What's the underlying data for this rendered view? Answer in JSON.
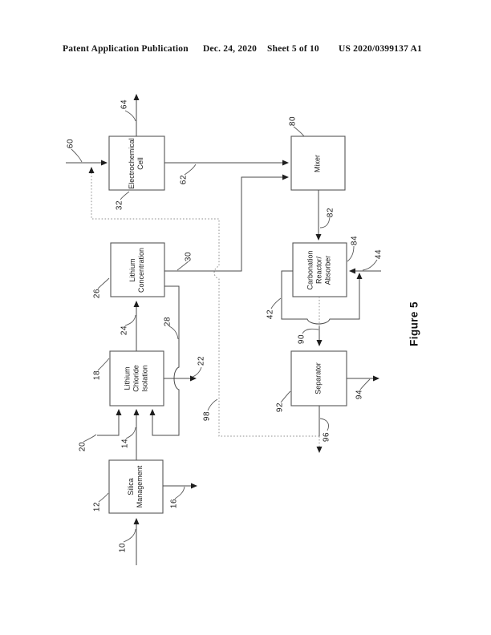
{
  "header": {
    "publication": "Patent Application Publication",
    "date": "Dec. 24, 2020",
    "sheet": "Sheet 5 of 10",
    "patent_number": "US 2020/0399137 A1"
  },
  "figure": {
    "title": "Figure 5",
    "boxes": [
      {
        "id": "silica-management",
        "label": "Silica Management",
        "ref": "12"
      },
      {
        "id": "lithium-chloride-isolation",
        "label": "Lithium Chloride Isolation",
        "ref": "18"
      },
      {
        "id": "lithium-concentration",
        "label": "Lithium Concentration",
        "ref": "26"
      },
      {
        "id": "electrochemical-cell",
        "label": "Electrochemical Cell",
        "ref": "32"
      },
      {
        "id": "mixer",
        "label": "Mixer",
        "ref": "80"
      },
      {
        "id": "carbonation-reactor-absorber",
        "label": "Carbonation Reactor/ Absorber",
        "ref": "84"
      },
      {
        "id": "separator",
        "label": "Separator",
        "ref": "92"
      }
    ],
    "refs": {
      "10": "10",
      "12": "12",
      "14": "14",
      "16": "16",
      "18": "18",
      "20": "20",
      "22": "22",
      "24": "24",
      "26": "26",
      "28": "28",
      "30": "30",
      "32": "32",
      "42": "42",
      "44": "44",
      "60": "60",
      "62": "62",
      "64": "64",
      "80": "80",
      "82": "82",
      "84": "84",
      "90": "90",
      "92": "92",
      "94": "94",
      "96": "96",
      "98": "98"
    },
    "line_colors": {
      "solid": "#4a4a4a",
      "dotted": "#8f8f8f",
      "arrow": "#1e1e1e"
    }
  }
}
